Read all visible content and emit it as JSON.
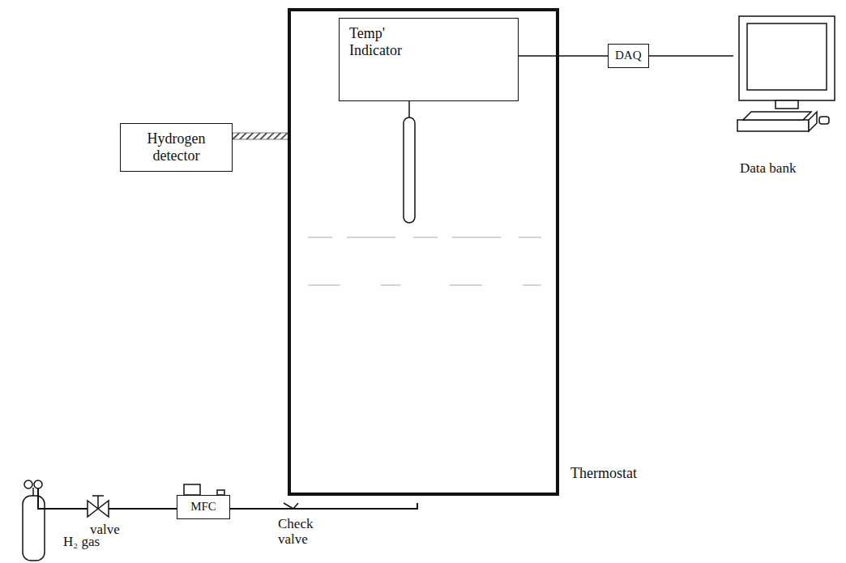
{
  "diagram": {
    "nodes": [
      {
        "text": [
          "Hydrogen detector"
        ]
      },
      {
        "text": [
          "Thermostat"
        ]
      },
      {
        "text": [
          "Temp' Indicator"
        ],
        "in": 1
      },
      {
        "text": [
          "DAQ"
        ]
      },
      {
        "text": [
          "Data bank"
        ]
      },
      {
        "text": [
          "MFC"
        ]
      }
    ],
    "edges": [
      {
        "from": 0,
        "to": 1,
        "arrow": "none"
      },
      {
        "from": 2,
        "to": 3,
        "arrow": "none"
      },
      {
        "from": 3,
        "to": 4,
        "arrow": "none"
      }
    ],
    "labels": [
      "valve",
      "Check valve",
      "H₂ gas"
    ]
  }
}
